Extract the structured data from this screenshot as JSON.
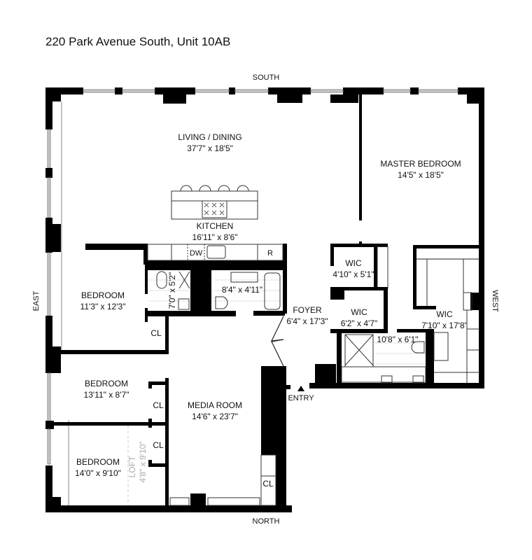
{
  "title": "220 Park Avenue South, Unit 10AB",
  "compass": {
    "south": "SOUTH",
    "north": "NORTH",
    "east": "EAST",
    "west": "WEST"
  },
  "entry_label": "ENTRY",
  "rooms": {
    "living": {
      "name": "LIVING / DINING",
      "dim": "37'7\" x 18'5\""
    },
    "master": {
      "name": "MASTER BEDROOM",
      "dim": "14'5\" x 18'5\""
    },
    "kitchen": {
      "name": "KITCHEN",
      "dim": "16'11\" x 8'6\"",
      "dw": "DW",
      "fridge": "R"
    },
    "bath1": {
      "dim": "7'0\" x 5'2\""
    },
    "bath2": {
      "dim": "8'4\" x 4'11\""
    },
    "wic1": {
      "name": "WIC",
      "dim": "4'10\" x 5'1\""
    },
    "wic2": {
      "name": "WIC",
      "dim": "6'2\" x 4'7\""
    },
    "wic3": {
      "name": "WIC",
      "dim": "7'10\" x 17'8\""
    },
    "foyer": {
      "name": "FOYER",
      "dim": "6'4\" x 17'3\""
    },
    "master_bath": {
      "dim": "10'8\" x 6'1\""
    },
    "bedroom1": {
      "name": "BEDROOM",
      "dim": "11'3\" x 12'3\""
    },
    "bedroom2": {
      "name": "BEDROOM",
      "dim": "13'11\" x 8'7\""
    },
    "bedroom3": {
      "name": "BEDROOM",
      "dim": "14'0\" x 9'10\""
    },
    "loft": {
      "name": "LOFT",
      "dim": "4'8\" x 9'10\""
    },
    "media": {
      "name": "MEDIA ROOM",
      "dim": "14'6\" x 23'7\""
    },
    "closets": [
      "CL",
      "CL",
      "CL",
      "CL"
    ]
  },
  "colors": {
    "wall": "#000000",
    "window": "#c9c9c9",
    "tile": "#d6d6d6",
    "loft_text": "#aaaaaa"
  }
}
